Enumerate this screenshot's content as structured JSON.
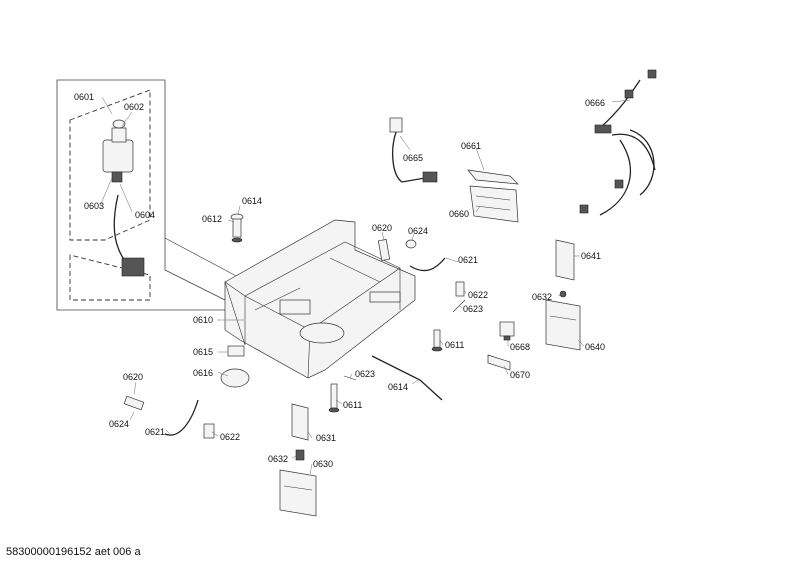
{
  "document_id": "58300000196152 aet 006 a",
  "part_labels": {
    "p0601": "0601",
    "p0602": "0602",
    "p0603": "0603",
    "p0604": "0604",
    "p0612": "0612",
    "p0614_top": "0614",
    "p0665": "0665",
    "p0661": "0661",
    "p0660": "0660",
    "p0666": "0666",
    "p0620_top": "0620",
    "p0624_top": "0624",
    "p0621_top": "0621",
    "p0622_top": "0622",
    "p0623_top": "0623",
    "p0611_top": "0611",
    "p0610": "0610",
    "p0641": "0641",
    "p0632_right": "0632",
    "p0640": "0640",
    "p0668": "0668",
    "p0670": "0670",
    "p0615": "0615",
    "p0616": "0616",
    "p0620_bottom": "0620",
    "p0624_bottom": "0624",
    "p0621_bottom": "0621",
    "p0622_bottom": "0622",
    "p0623_bottom": "0623",
    "p0611_bottom": "0611",
    "p0614_bottom": "0614",
    "p0631": "0631",
    "p0632_bottom": "0632",
    "p0630": "0630"
  }
}
